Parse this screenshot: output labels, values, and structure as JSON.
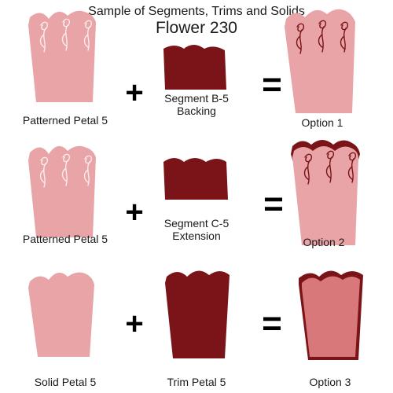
{
  "header": {
    "title": "Sample of Segments, Trims and Solids",
    "subtitle": "Flower 230"
  },
  "colors": {
    "petal_pink": "#E8A4A6",
    "petal_pink_dark": "#D9787A",
    "maroon": "#7A1418",
    "pattern_white": "#FBEBEC",
    "pattern_dark": "#7A1418",
    "text": "#1a1a1a"
  },
  "rows": [
    {
      "left_label": "Patterned Petal 5",
      "mid_label_line1": "Segment B-5",
      "mid_label_line2": "Backing",
      "result_label": "Option 1",
      "plus": "+",
      "equals": "="
    },
    {
      "left_label": "Patterned Petal 5",
      "mid_label_line1": "Segment C-5",
      "mid_label_line2": "Extension",
      "result_label": "Option 2",
      "plus": "+",
      "equals": "="
    },
    {
      "left_label": "Solid Petal 5",
      "mid_label_line1": "Trim Petal 5",
      "mid_label_line2": "",
      "result_label": "Option 3",
      "plus": "+",
      "equals": "="
    }
  ]
}
